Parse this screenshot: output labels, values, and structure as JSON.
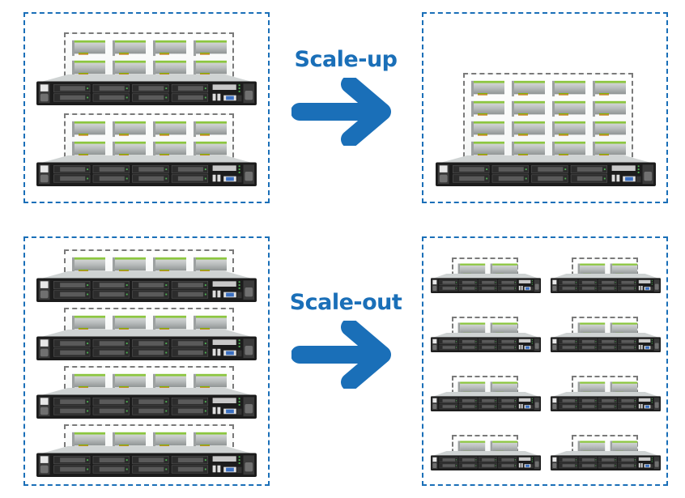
{
  "diagram": {
    "colors": {
      "accent": "#1a6fb8",
      "gpu_frame": "#7a7a7a",
      "gpu_green": "#76b900",
      "server_body": "#1e1e1e"
    },
    "scale_up": {
      "label": "Scale-up",
      "arrow_icon": "right-arrow",
      "before": {
        "servers": 2,
        "gpus_per_server": 8
      },
      "after": {
        "servers": 1,
        "gpus_per_server": 16
      }
    },
    "scale_out": {
      "label": "Scale-out",
      "arrow_icon": "right-arrow",
      "before": {
        "servers": 4,
        "gpus_per_server": 4
      },
      "after": {
        "servers": 8,
        "gpus_per_server": 2
      }
    }
  }
}
